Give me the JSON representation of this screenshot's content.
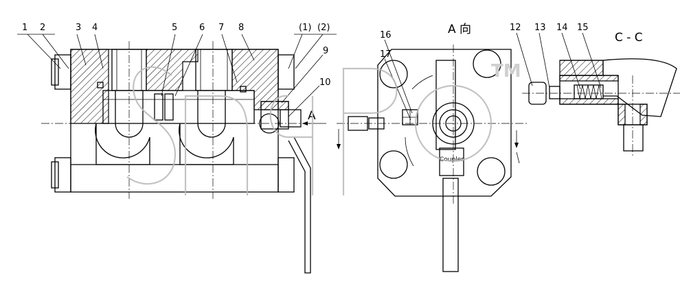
{
  "labels": {
    "p1": "1",
    "p2": "2",
    "p3": "3",
    "p4": "4",
    "p5": "5",
    "p6": "6",
    "p7": "7",
    "p8": "8",
    "p9": "9",
    "p10": "10",
    "p11": "(1)",
    "p12": "(2)",
    "p12b": "12",
    "p13": "13",
    "p14": "14",
    "p15": "15",
    "p16": "16",
    "p17": "17"
  },
  "views": {
    "view_a": "A 向",
    "section_c": "C - C",
    "arrow_a": "A",
    "coupler": "Coupler"
  },
  "watermark": {
    "tm": "TM"
  }
}
